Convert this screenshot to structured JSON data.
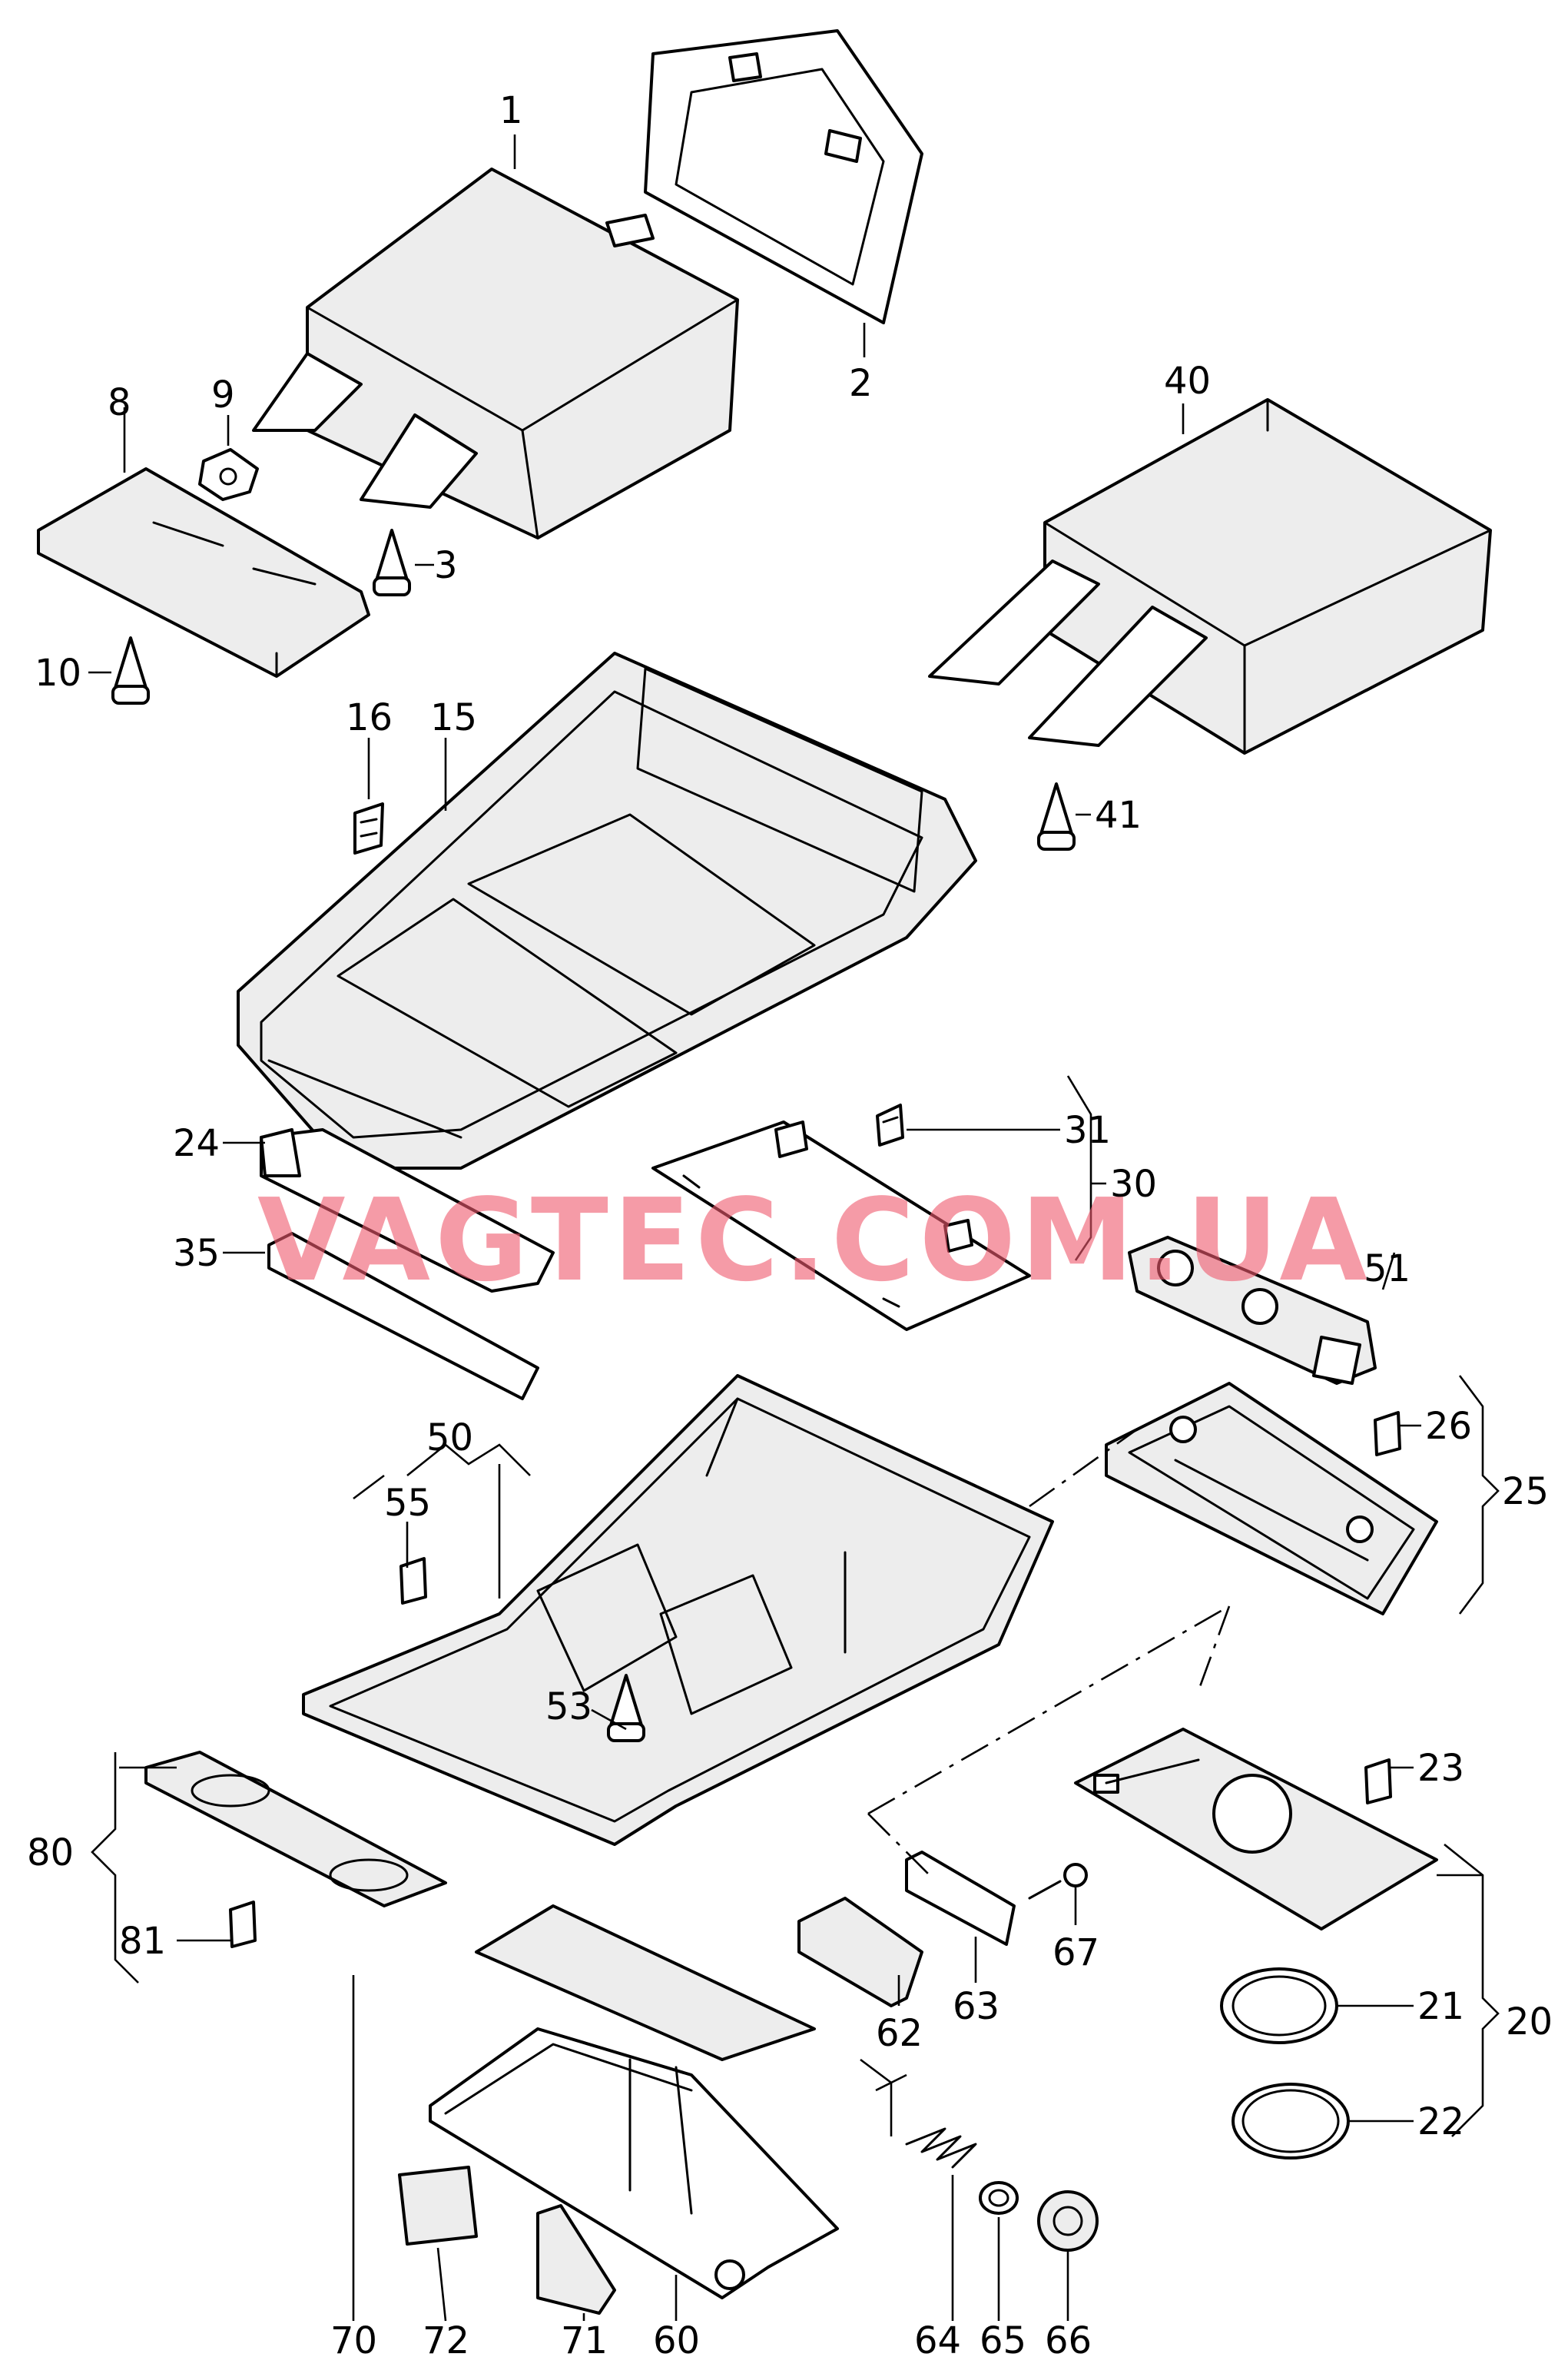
{
  "watermark": "VAGTEC.COM.UA",
  "callouts": [
    "1",
    "2",
    "3",
    "8",
    "9",
    "10",
    "15",
    "16",
    "20",
    "21",
    "22",
    "23",
    "24",
    "25",
    "26",
    "30",
    "31",
    "35",
    "40",
    "41",
    "50",
    "51",
    "53",
    "55",
    "60",
    "62",
    "63",
    "64",
    "65",
    "66",
    "67",
    "70",
    "71",
    "72",
    "80",
    "81"
  ]
}
